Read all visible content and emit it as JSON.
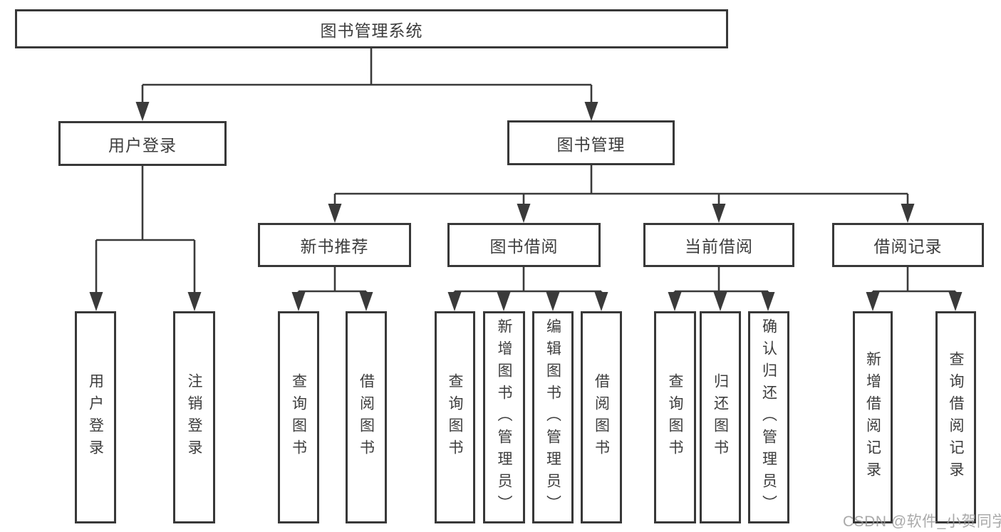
{
  "tree": {
    "label": "图书管理系统",
    "children": [
      {
        "label": "用户登录",
        "children": [
          {
            "label": "用户登录"
          },
          {
            "label": "注销登录"
          }
        ]
      },
      {
        "label": "图书管理",
        "children": [
          {
            "label": "新书推荐",
            "children": [
              {
                "label": "查询图书"
              },
              {
                "label": "借阅图书"
              }
            ]
          },
          {
            "label": "图书借阅",
            "children": [
              {
                "label": "查询图书"
              },
              {
                "label": "新增图书（管理员）"
              },
              {
                "label": "编辑图书（管理员）"
              },
              {
                "label": "借阅图书"
              }
            ]
          },
          {
            "label": "当前借阅",
            "children": [
              {
                "label": "查询图书"
              },
              {
                "label": "归还图书"
              },
              {
                "label": "确认归还（管理员）"
              }
            ]
          },
          {
            "label": "借阅记录",
            "children": [
              {
                "label": "新增借阅记录"
              },
              {
                "label": "查询借阅记录"
              }
            ]
          }
        ]
      }
    ]
  },
  "watermark": {
    "text": "CSDN @软件_小贺同学"
  },
  "colors": {
    "line": "#3a3a3a",
    "box_border": "#383838",
    "text": "#3d3d3d",
    "watermark": "#969696",
    "background": "#ffffff"
  }
}
